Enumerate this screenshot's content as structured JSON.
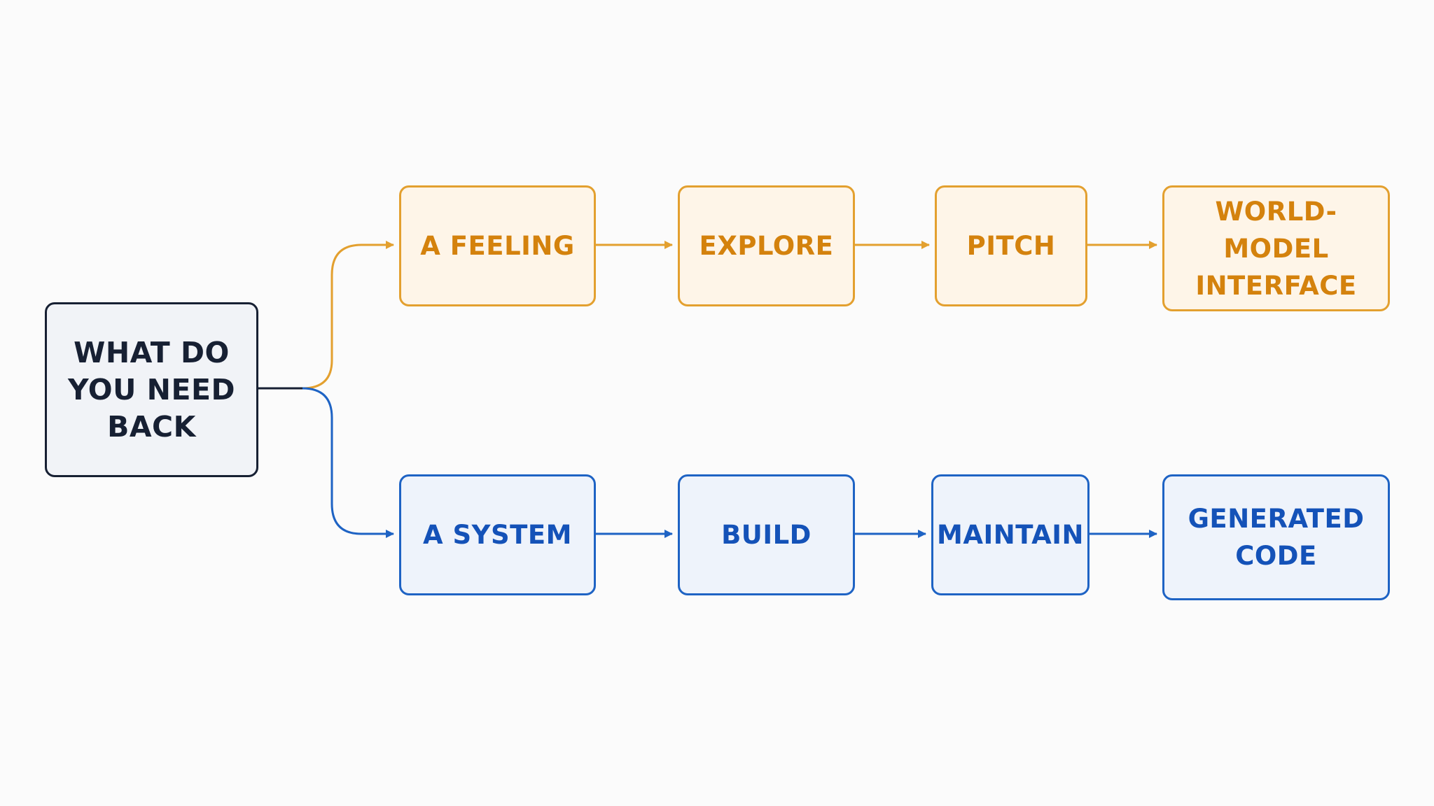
{
  "root": {
    "label": "WHAT DO\nYOU NEED\nBACK"
  },
  "top_branch": {
    "color": "#e3a02f",
    "nodes": [
      {
        "label": "A FEELING"
      },
      {
        "label": "EXPLORE"
      },
      {
        "label": "PITCH"
      },
      {
        "label": "WORLD-MODEL\nINTERFACE"
      }
    ]
  },
  "bottom_branch": {
    "color": "#1e63c4",
    "nodes": [
      {
        "label": "A SYSTEM"
      },
      {
        "label": "BUILD"
      },
      {
        "label": "MAINTAIN"
      },
      {
        "label": "GENERATED\nCODE"
      }
    ]
  },
  "root_color": "#172033"
}
